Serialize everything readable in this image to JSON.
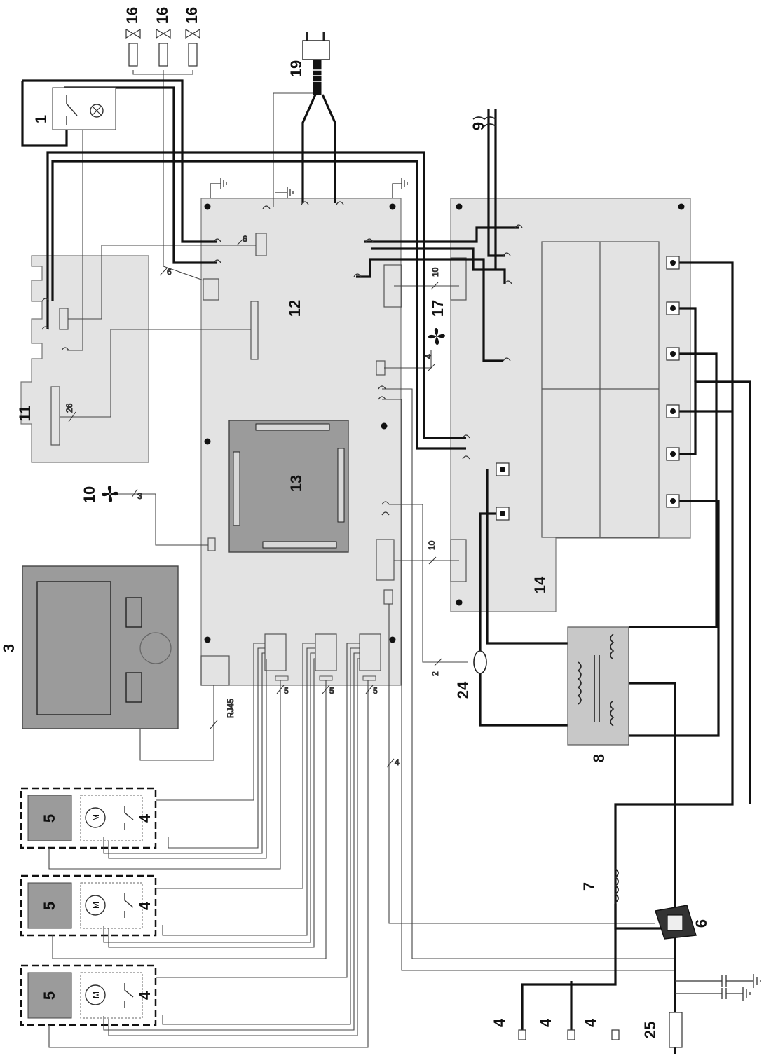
{
  "labels": {
    "switch_lamp": "1",
    "display_unit": "3",
    "motor_relay": "4",
    "motor_block": "5",
    "rectifier": "6",
    "choke": "7",
    "transformer": "8",
    "coil": "9",
    "fan_left": "10",
    "board_left": "11",
    "main_board": "12",
    "cpu_module": "13",
    "power_board": "14",
    "valve": "16",
    "fan_board": "17",
    "mains_plug": "19",
    "current_sensor": "24",
    "output_25": "25"
  },
  "wire_counts": {
    "c6a": "6",
    "c6b": "6",
    "c26": "26",
    "c3": "3",
    "c10a": "10",
    "c4a": "4",
    "c10b": "10",
    "c2": "2",
    "c5a": "5",
    "c5b": "5",
    "c5c": "5",
    "c4b": "4",
    "rj45": "RJ45"
  },
  "symbols": {
    "motor_letter": "M"
  },
  "icons": [
    "fan-icon",
    "lamp-icon",
    "valve-icon",
    "ground-icon",
    "capacitor-icon",
    "plug-icon",
    "coil-icon"
  ]
}
